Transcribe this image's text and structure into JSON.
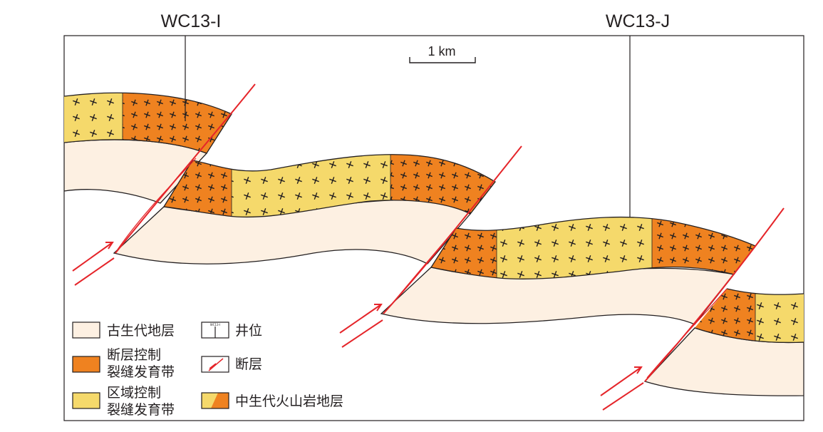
{
  "wells": [
    {
      "name": "WC13-I"
    },
    {
      "name": "WC13-J"
    }
  ],
  "scale_bar": {
    "label": "1 km"
  },
  "legend": {
    "paleozoic": "古生代地层",
    "fault_fracture": [
      "断层控制",
      "裂缝发育带"
    ],
    "regional_fracture": [
      "区域控制",
      "裂缝发育带"
    ],
    "well": "井位",
    "well_icon_label": "WC13-I",
    "fault": "断层",
    "mesozoic_volcanic": "中生代火山岩地层"
  },
  "colors": {
    "paleozoic": "#fdf0e2",
    "fault_zone": "#ef8220",
    "regional_zone": "#f5d96b",
    "fault_line": "#e5252a"
  }
}
